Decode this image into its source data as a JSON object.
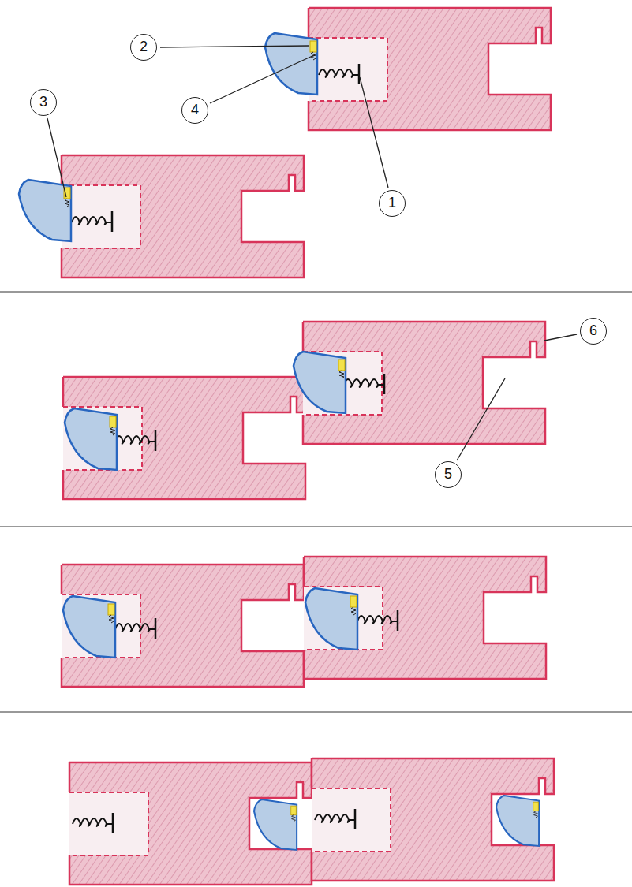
{
  "diagram": {
    "labels": [
      "2",
      "3",
      "4",
      "1",
      "6",
      "5"
    ]
  }
}
